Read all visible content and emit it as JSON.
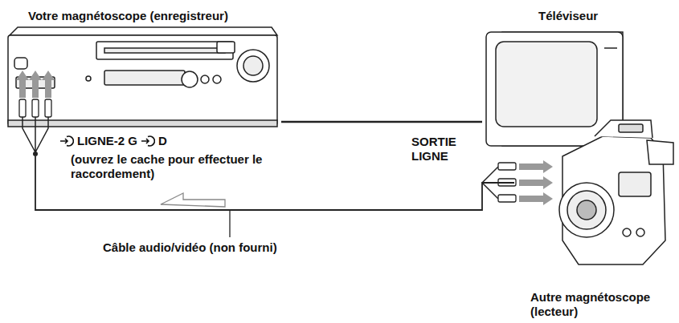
{
  "diagram": {
    "nodes": [
      {
        "text": [
          "Votre magnétoscope (enregistreur)"
        ]
      },
      {
        "text": [
          "Téléviseur"
        ]
      },
      {
        "text": [
          "Autre magnétoscope (lecteur)"
        ]
      }
    ],
    "edges": [
      {
        "from": 0,
        "to": 1,
        "arrow": "none"
      },
      {
        "from": 2,
        "to": 0,
        "arrow": "none"
      }
    ],
    "labels": [
      "LIGNE-2 G",
      "D",
      "(ouvrez le cache pour effectuer le raccordement)",
      "SORTIE LIGNE",
      "Câble audio/vidéo (non fourni)"
    ]
  }
}
